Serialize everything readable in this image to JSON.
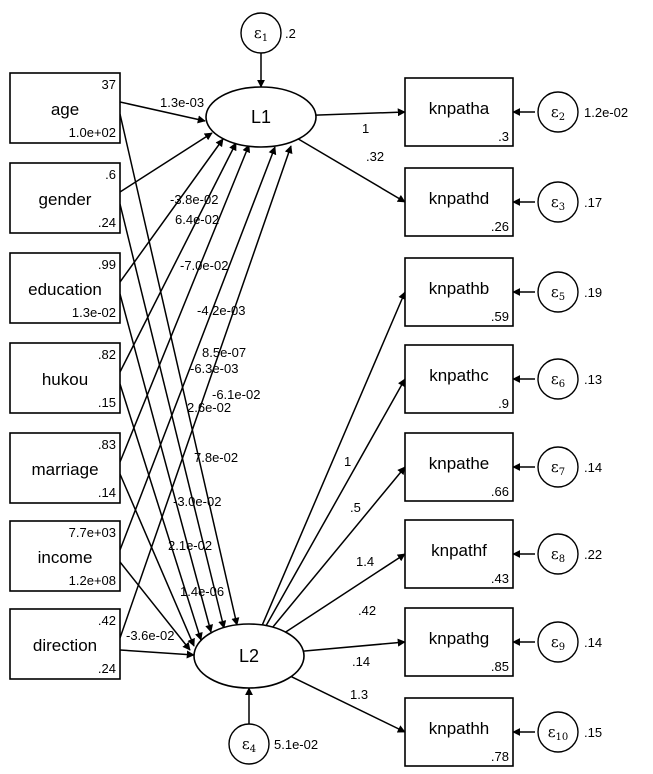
{
  "latents": [
    {
      "id": "L1",
      "label": "L1",
      "error": {
        "symbol": "ε",
        "sub": "1",
        "value": ".2"
      }
    },
    {
      "id": "L2",
      "label": "L2",
      "error": {
        "symbol": "ε",
        "sub": "4",
        "value": "5.1e-02"
      }
    }
  ],
  "exogenous": [
    {
      "label": "age",
      "mean": "37",
      "variance": "1.0e+02"
    },
    {
      "label": "gender",
      "mean": ".6",
      "variance": ".24"
    },
    {
      "label": "education",
      "mean": ".99",
      "variance": "1.3e-02"
    },
    {
      "label": "hukou",
      "mean": ".82",
      "variance": ".15"
    },
    {
      "label": "marriage",
      "mean": ".83",
      "variance": ".14"
    },
    {
      "label": "income",
      "mean": "7.7e+03",
      "variance": "1.2e+08"
    },
    {
      "label": "direction",
      "mean": ".42",
      "variance": ".24"
    }
  ],
  "indicators": [
    {
      "label": "knpatha",
      "latent": "L1",
      "intercept": ".3",
      "loading": "1",
      "error": {
        "symbol": "ε",
        "sub": "2",
        "value": "1.2e-02"
      }
    },
    {
      "label": "knpathd",
      "latent": "L1",
      "intercept": ".26",
      "loading": ".32",
      "error": {
        "symbol": "ε",
        "sub": "3",
        "value": ".17"
      }
    },
    {
      "label": "knpathb",
      "latent": "L2",
      "intercept": ".59",
      "loading": "1",
      "error": {
        "symbol": "ε",
        "sub": "5",
        "value": ".19"
      }
    },
    {
      "label": "knpathc",
      "latent": "L2",
      "intercept": ".9",
      "loading": ".5",
      "error": {
        "symbol": "ε",
        "sub": "6",
        "value": ".13"
      }
    },
    {
      "label": "knpathe",
      "latent": "L2",
      "intercept": ".66",
      "loading": "1.4",
      "error": {
        "symbol": "ε",
        "sub": "7",
        "value": ".14"
      }
    },
    {
      "label": "knpathf",
      "latent": "L2",
      "intercept": ".43",
      "loading": ".42",
      "error": {
        "symbol": "ε",
        "sub": "8",
        "value": ".22"
      }
    },
    {
      "label": "knpathg",
      "latent": "L2",
      "intercept": ".85",
      "loading": ".14",
      "error": {
        "symbol": "ε",
        "sub": "9",
        "value": ".14"
      }
    },
    {
      "label": "knpathh",
      "latent": "L2",
      "intercept": ".78",
      "loading": "1.3",
      "error": {
        "symbol": "ε",
        "sub": "10",
        "value": ".15"
      }
    }
  ],
  "structural_paths": [
    {
      "from": "age",
      "to": "L1",
      "coef": "1.3e-03"
    },
    {
      "from": "gender",
      "to": "L1",
      "coef": "-3.8e-02"
    },
    {
      "from": "education",
      "to": "L1",
      "coef": "6.4e-02"
    },
    {
      "from": "hukou",
      "to": "L1",
      "coef": "-7.0e-02"
    },
    {
      "from": "marriage",
      "to": "L1",
      "coef": "-4.2e-03"
    },
    {
      "from": "income",
      "to": "L1",
      "coef": "8.5e-07"
    },
    {
      "from": "direction",
      "to": "L1",
      "coef": "-6.3e-03"
    },
    {
      "from": "age",
      "to": "L2",
      "coef": "-6.1e-02"
    },
    {
      "from": "gender",
      "to": "L2",
      "coef": "2.6e-02"
    },
    {
      "from": "education",
      "to": "L2",
      "coef": "7.8e-02"
    },
    {
      "from": "hukou",
      "to": "L2",
      "coef": "-3.0e-02"
    },
    {
      "from": "marriage",
      "to": "L2",
      "coef": "2.1e-02"
    },
    {
      "from": "income",
      "to": "L2",
      "coef": "1.4e-06"
    },
    {
      "from": "direction",
      "to": "L2",
      "coef": "-3.6e-02"
    }
  ]
}
